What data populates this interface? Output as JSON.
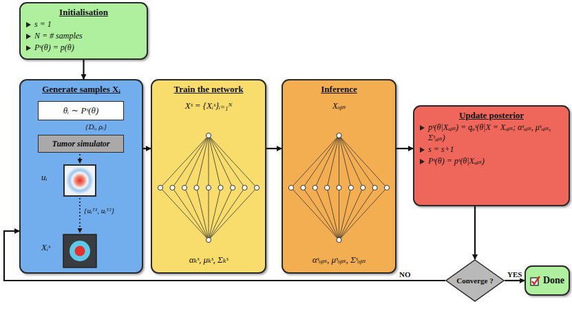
{
  "diagram": {
    "nodes": [
      {
        "text": [
          "Initialisation",
          "s = 1",
          "N = # samples",
          "Pˢ(θ) = p(θ)"
        ]
      },
      {
        "text": [
          "Generate samples Xᵢ"
        ]
      },
      {
        "text": [
          "θᵢ ∼ Pˢ(θ)"
        ],
        "in": 1
      },
      {
        "text": [
          "Tumor simulator"
        ],
        "in": 1
      },
      {
        "text": [
          "Train the network",
          "Xˢ = {Xᵢˢ}ᵢ₌₁ᴺ",
          "αₖˢ, μₖˢ, Σₖˢ"
        ]
      },
      {
        "text": [
          "Inference",
          "Xₒᵦₛ",
          "αˢₒᵦₛ, μˢₒᵦₛ, Σˢₒᵦₛ"
        ]
      },
      {
        "text": [
          "Update posterior",
          "pˢ(θ|Xₒᵦₛ) = qᵩˢ(θ|X = Xₒᵦₛ; αˢₒᵦₛ, μˢₒᵦₛ, Σˢₒᵦₛ)",
          "s = s+1",
          "Pˢ(θ) = pˢ(θ|Xₒᵦₛ)"
        ]
      },
      {
        "text": [
          "Converge ?"
        ]
      },
      {
        "text": [
          "Done"
        ]
      }
    ],
    "edges": [
      {
        "from": 0,
        "to": 1,
        "arrow": "to"
      },
      {
        "from": 2,
        "to": 3,
        "label": "{Dᵢ, ρᵢ}",
        "arrow": "to"
      },
      {
        "from": 1,
        "to": 4,
        "arrow": "to"
      },
      {
        "from": 4,
        "to": 5,
        "arrow": "to"
      },
      {
        "from": 5,
        "to": 6,
        "arrow": "to"
      },
      {
        "from": 6,
        "to": 7,
        "arrow": "to"
      },
      {
        "from": 7,
        "to": 8,
        "label": "YES",
        "arrow": "to"
      },
      {
        "from": 7,
        "to": 1,
        "label": "NO",
        "arrow": "to"
      }
    ],
    "labels": [
      "uᵢ",
      "{uᵢᵀ¹, uᵢᵀ²}",
      "Xᵢˢ"
    ]
  }
}
